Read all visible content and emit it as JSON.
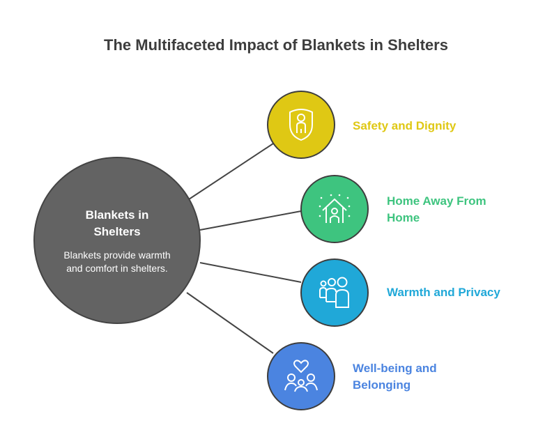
{
  "title": "The Multifaceted Impact of Blankets in Shelters",
  "hub": {
    "title_line1": "Blankets in",
    "title_line2": "Shelters",
    "description": "Blankets provide warmth and comfort in shelters."
  },
  "nodes": [
    {
      "label": "Safety and Dignity",
      "icon": "shield-person-icon",
      "color": "#dfc814"
    },
    {
      "label_line1": "Home Away From",
      "label_line2": "Home",
      "icon": "house-person-icon",
      "color": "#3ec47f"
    },
    {
      "label": "Warmth and Privacy",
      "icon": "group-people-icon",
      "color": "#20a8d8"
    },
    {
      "label_line1": "Well-being and",
      "label_line2": "Belonging",
      "icon": "heart-family-icon",
      "color": "#4b84e0"
    }
  ]
}
